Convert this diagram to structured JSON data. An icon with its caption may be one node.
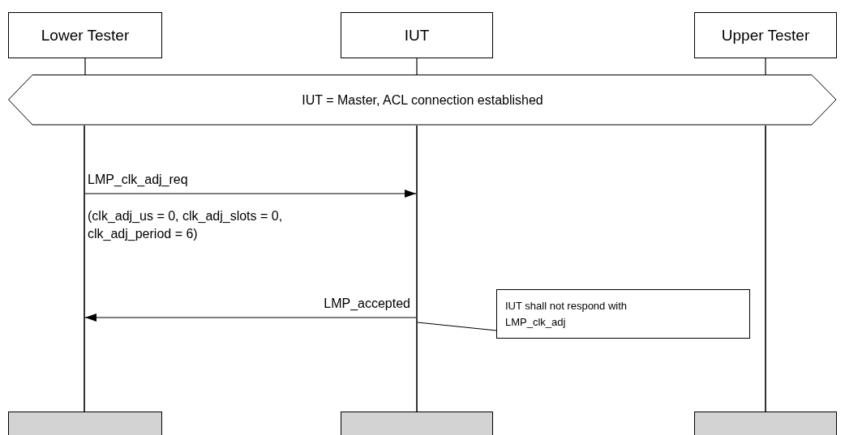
{
  "diagram": {
    "nodes": [
      {
        "text": [
          "Lower Tester"
        ]
      },
      {
        "text": [
          "IUT"
        ]
      },
      {
        "text": [
          "Upper Tester"
        ]
      },
      {
        "text": [
          "IUT = Master, ACL connection established"
        ]
      },
      {
        "text": [],
        "shape": "bar"
      },
      {
        "text": [],
        "shape": "bar"
      },
      {
        "text": [],
        "shape": "bar"
      },
      {
        "text": [],
        "shape": "box"
      },
      {
        "text": [],
        "shape": "box"
      },
      {
        "text": [],
        "shape": "box"
      },
      {
        "text": [
          "IUT shall not respond with LMP_clk_adj"
        ]
      }
    ],
    "edges": [
      {
        "from": 0,
        "to": 3,
        "arrow": "none"
      },
      {
        "from": 1,
        "to": 3,
        "arrow": "none"
      },
      {
        "from": 2,
        "to": 3,
        "arrow": "none"
      },
      {
        "from": 4,
        "to": 5,
        "arrow": "to",
        "label": "LMP_clk_adj_req"
      },
      {
        "from": 5,
        "to": 4,
        "arrow": "to",
        "label": "LMP_accepted"
      },
      {
        "from": 10,
        "to": 5,
        "arrow": "none"
      }
    ],
    "labels": [
      "(clk_adj_us = 0, clk_adj_slots = 0, clk_adj_period = 6)"
    ]
  }
}
